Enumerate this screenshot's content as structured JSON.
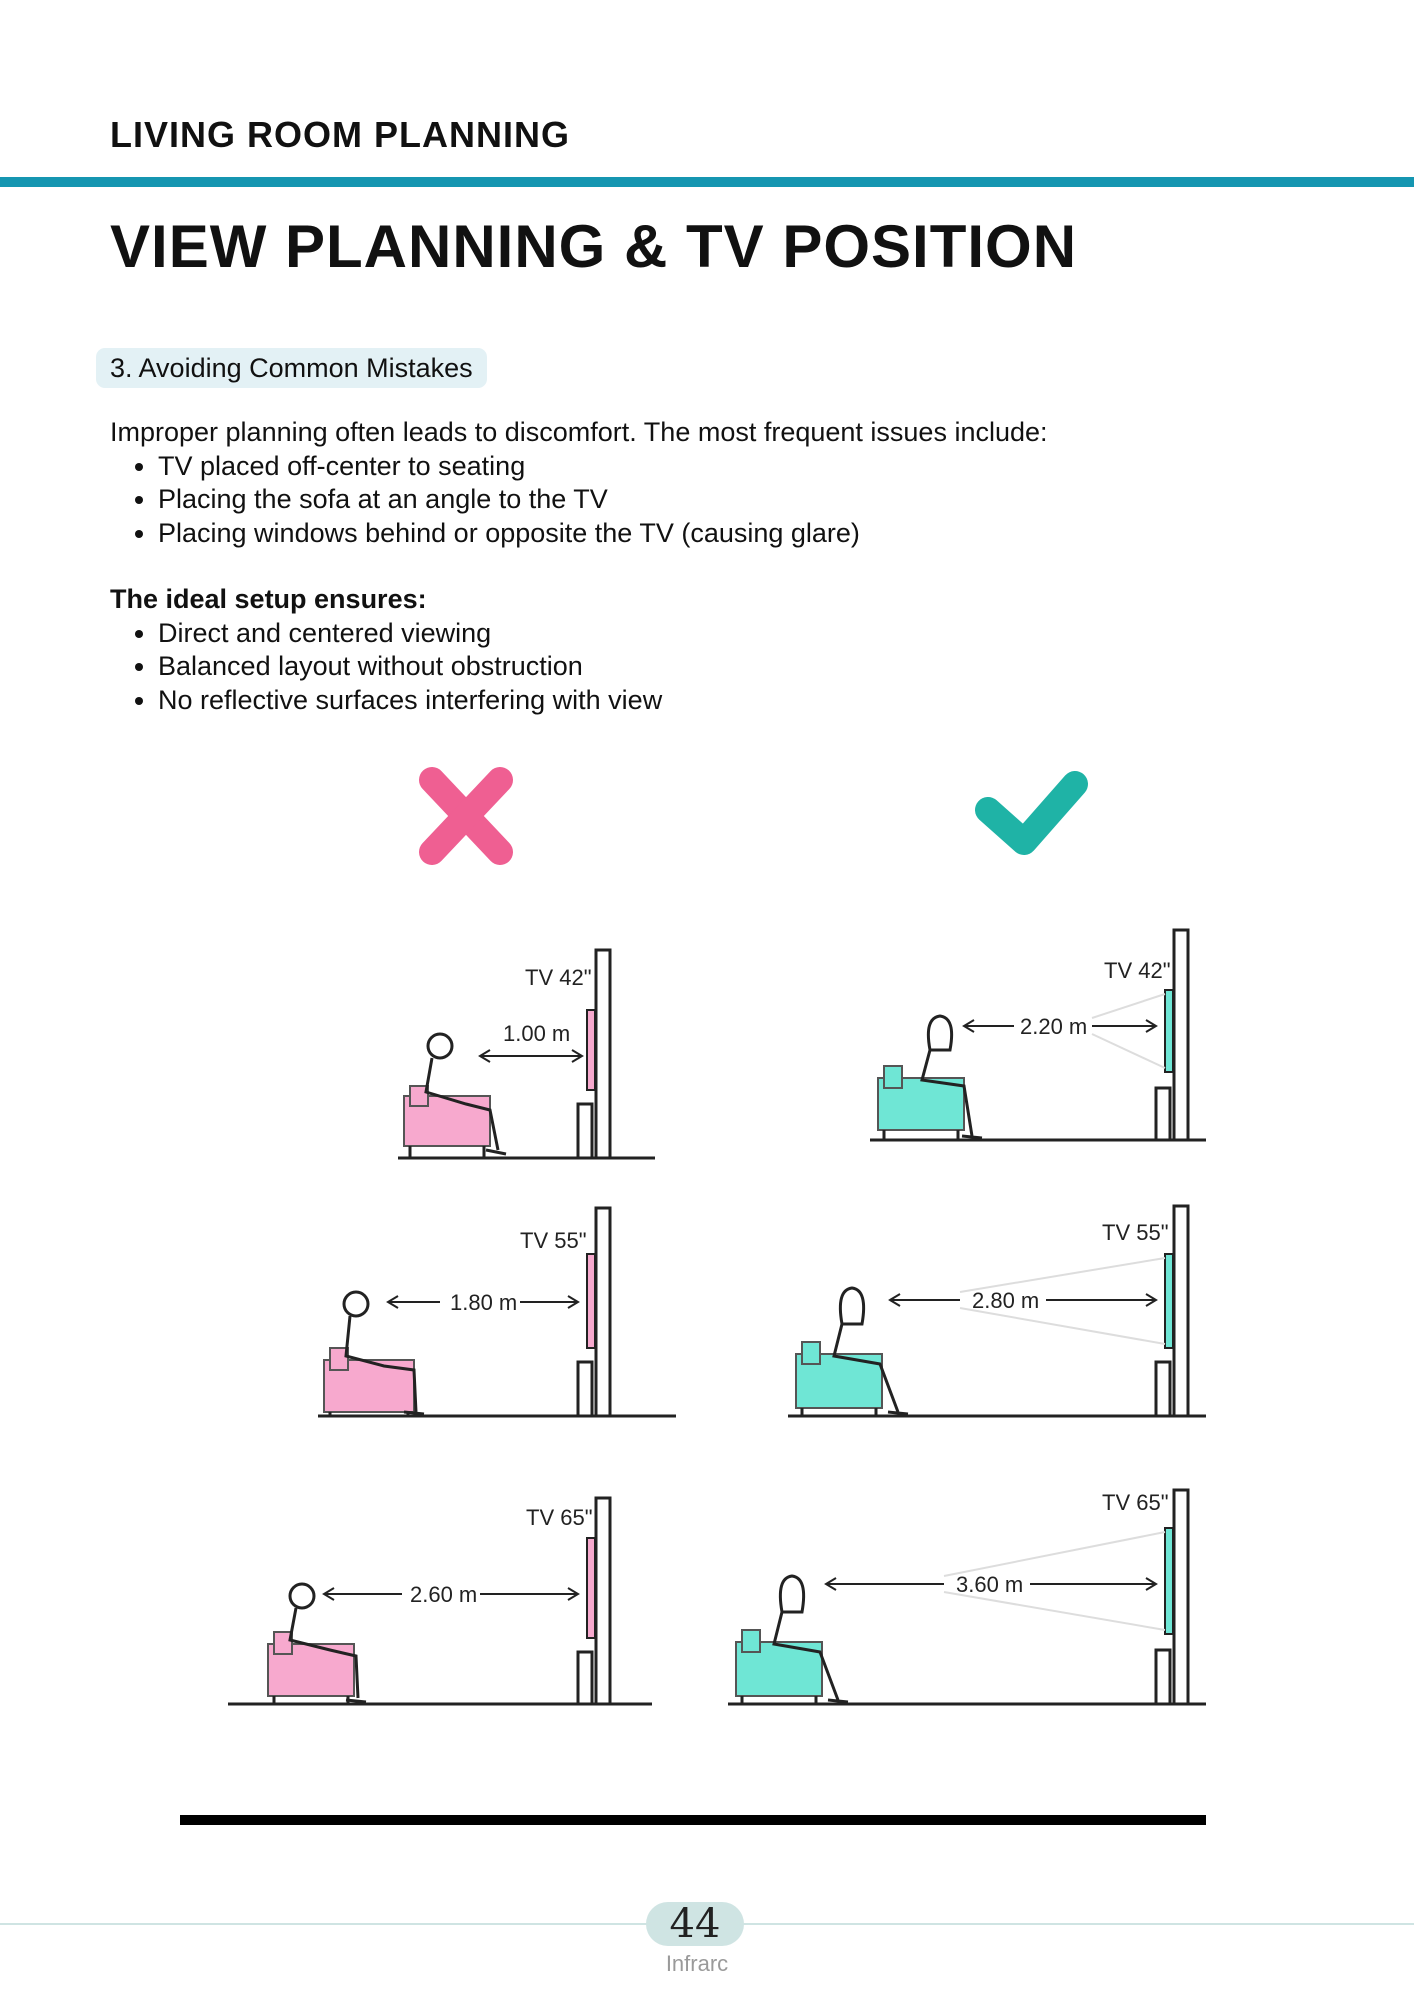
{
  "header": {
    "title": "LIVING ROOM PLANNING"
  },
  "page": {
    "title": "VIEW PLANNING & TV POSITION"
  },
  "section": {
    "label": "3. Avoiding Common Mistakes"
  },
  "intro": "Improper planning often leads to discomfort. The most frequent issues include:",
  "mistakes": [
    "TV placed off-center to seating",
    "Placing the sofa at an angle to the TV",
    "Placing windows behind or opposite the TV (causing glare)"
  ],
  "ideal_heading": "The ideal setup ensures:",
  "ideal": [
    "Direct and centered viewing",
    "Balanced layout without obstruction",
    "No reflective surfaces interfering with view"
  ],
  "figure": {
    "wrong": [
      {
        "tv": "TV 42\"",
        "distance": "1.00 m"
      },
      {
        "tv": "TV 55\"",
        "distance": "1.80 m"
      },
      {
        "tv": "TV 65\"",
        "distance": "2.60 m"
      }
    ],
    "right": [
      {
        "tv": "TV 42\"",
        "distance": "2.20 m"
      },
      {
        "tv": "TV 55\"",
        "distance": "2.80 m"
      },
      {
        "tv": "TV 65\"",
        "distance": "3.60 m"
      }
    ],
    "colors": {
      "wrong": "#ef5f92",
      "right": "#1fb3a6",
      "sofa_wrong": "#f7a9ce",
      "sofa_right": "#6fe6d5"
    }
  },
  "footer": {
    "page_number": "44",
    "brand": "Infrarc"
  }
}
